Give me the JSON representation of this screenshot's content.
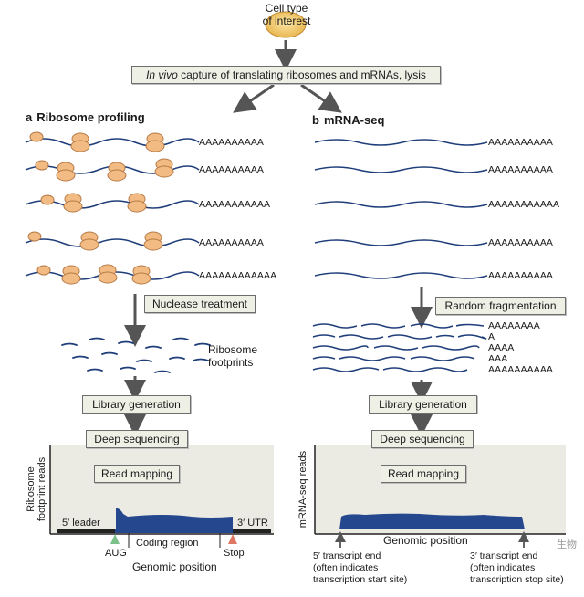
{
  "top": {
    "cell_label": "Cell type\nof interest",
    "capture_em": "In vivo",
    "capture_rest": " capture of translating ribosomes and mRNAs, lysis"
  },
  "left": {
    "letter": "a",
    "title": "Ribosome profiling",
    "polyA": [
      "AAAAAAAAAA",
      "AAAAAAAAAA",
      "AAAAAAAAAAA",
      "AAAAAAAAAA",
      "AAAAAAAAAAAA"
    ],
    "step_nuclease": "Nuclease treatment",
    "footprints_label": "Ribosome\nfootprints",
    "step_library": "Library generation",
    "step_deep": "Deep sequencing",
    "step_mapping": "Read mapping",
    "ylabel": "Ribosome\nfootprint reads",
    "leader": "5′ leader",
    "utr": "3′ UTR",
    "coding": "Coding region",
    "aug": "AUG",
    "stop": "Stop",
    "xlabel": "Genomic position"
  },
  "right": {
    "letter": "b",
    "title": "mRNA-seq",
    "polyA": [
      "AAAAAAAAAA",
      "AAAAAAAAAA",
      "AAAAAAAAAAA",
      "AAAAAAAAAA",
      "AAAAAAAAAA"
    ],
    "step_fragment": "Random fragmentation",
    "frag_polyA": [
      "AAAAAAAA",
      "A",
      "AAAA",
      "AAA",
      "AAAAAAAAAA"
    ],
    "step_library": "Library generation",
    "step_deep": "Deep sequencing",
    "step_mapping": "Read mapping",
    "ylabel": "mRNA-seq reads",
    "xlabel": "Genomic position",
    "five_end": "5′ transcript end\n(often indicates\ntranscription start site)",
    "three_end": "3′ transcript end\n(often indicates\ntranscription stop site)"
  },
  "watermark": "生物",
  "colors": {
    "mrna": "#1f3e7a",
    "ribosome": "#f2bb83",
    "ribosome_edge": "#b77a46",
    "density": "#24478e",
    "plot_bg": "#ebebe3",
    "arrow": "#555555",
    "aug": "#7cc08a",
    "stop": "#e07764"
  }
}
